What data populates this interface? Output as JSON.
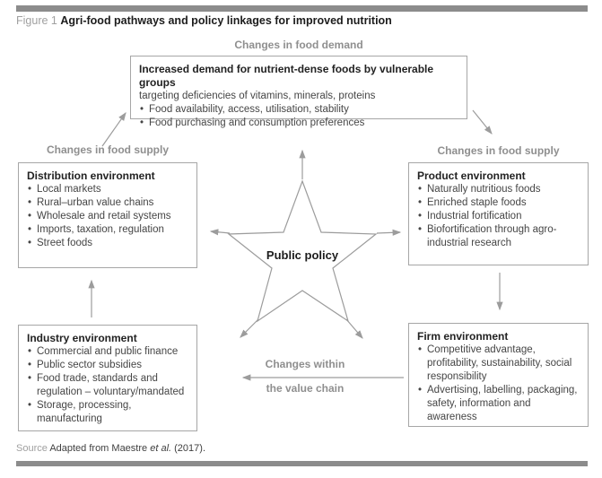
{
  "figure": {
    "label": "Figure 1",
    "title": "Agri-food pathways and policy linkages for improved nutrition"
  },
  "labels": {
    "demand": "Changes in food demand",
    "supply_left": "Changes in food supply",
    "supply_right": "Changes in food supply",
    "value_chain_line1": "Changes within",
    "value_chain_line2": "the value chain",
    "center": "Public policy"
  },
  "boxes": {
    "demand": {
      "title": "Increased demand for nutrient-dense foods by vulnerable groups",
      "subtitle": "targeting deficiencies of vitamins, minerals, proteins",
      "bullets": [
        "Food availability, access, utilisation, stability",
        "Food purchasing and consumption preferences"
      ]
    },
    "distribution": {
      "title": "Distribution environment",
      "bullets": [
        "Local markets",
        "Rural–urban value chains",
        "Wholesale and retail systems",
        "Imports, taxation, regulation",
        "Street foods"
      ]
    },
    "product": {
      "title": "Product environment",
      "bullets": [
        "Naturally nutritious foods",
        "Enriched staple foods",
        "Industrial fortification",
        "Biofortification through agro-industrial research"
      ]
    },
    "industry": {
      "title": "Industry environment",
      "bullets": [
        "Commercial and public finance",
        "Public sector subsidies",
        "Food trade, standards and regulation – voluntary/mandated",
        "Storage, processing, manufacturing"
      ]
    },
    "firm": {
      "title": "Firm environment",
      "bullets": [
        "Competitive advantage, profitability, sustainability, social responsibility",
        "Advertising, labelling, packaging, safety, information and awareness"
      ]
    }
  },
  "source": {
    "label": "Source",
    "text_before": "Adapted from Maestre",
    "italic": "et al.",
    "text_after": "(2017)."
  },
  "colors": {
    "bar": "#8c8c8c",
    "border": "#a6a6a6",
    "arrow": "#9c9c9c",
    "label-gray": "#8f8f8f",
    "text-dark": "#454545",
    "heading": "#222222",
    "muted": "#a0a0a0"
  }
}
